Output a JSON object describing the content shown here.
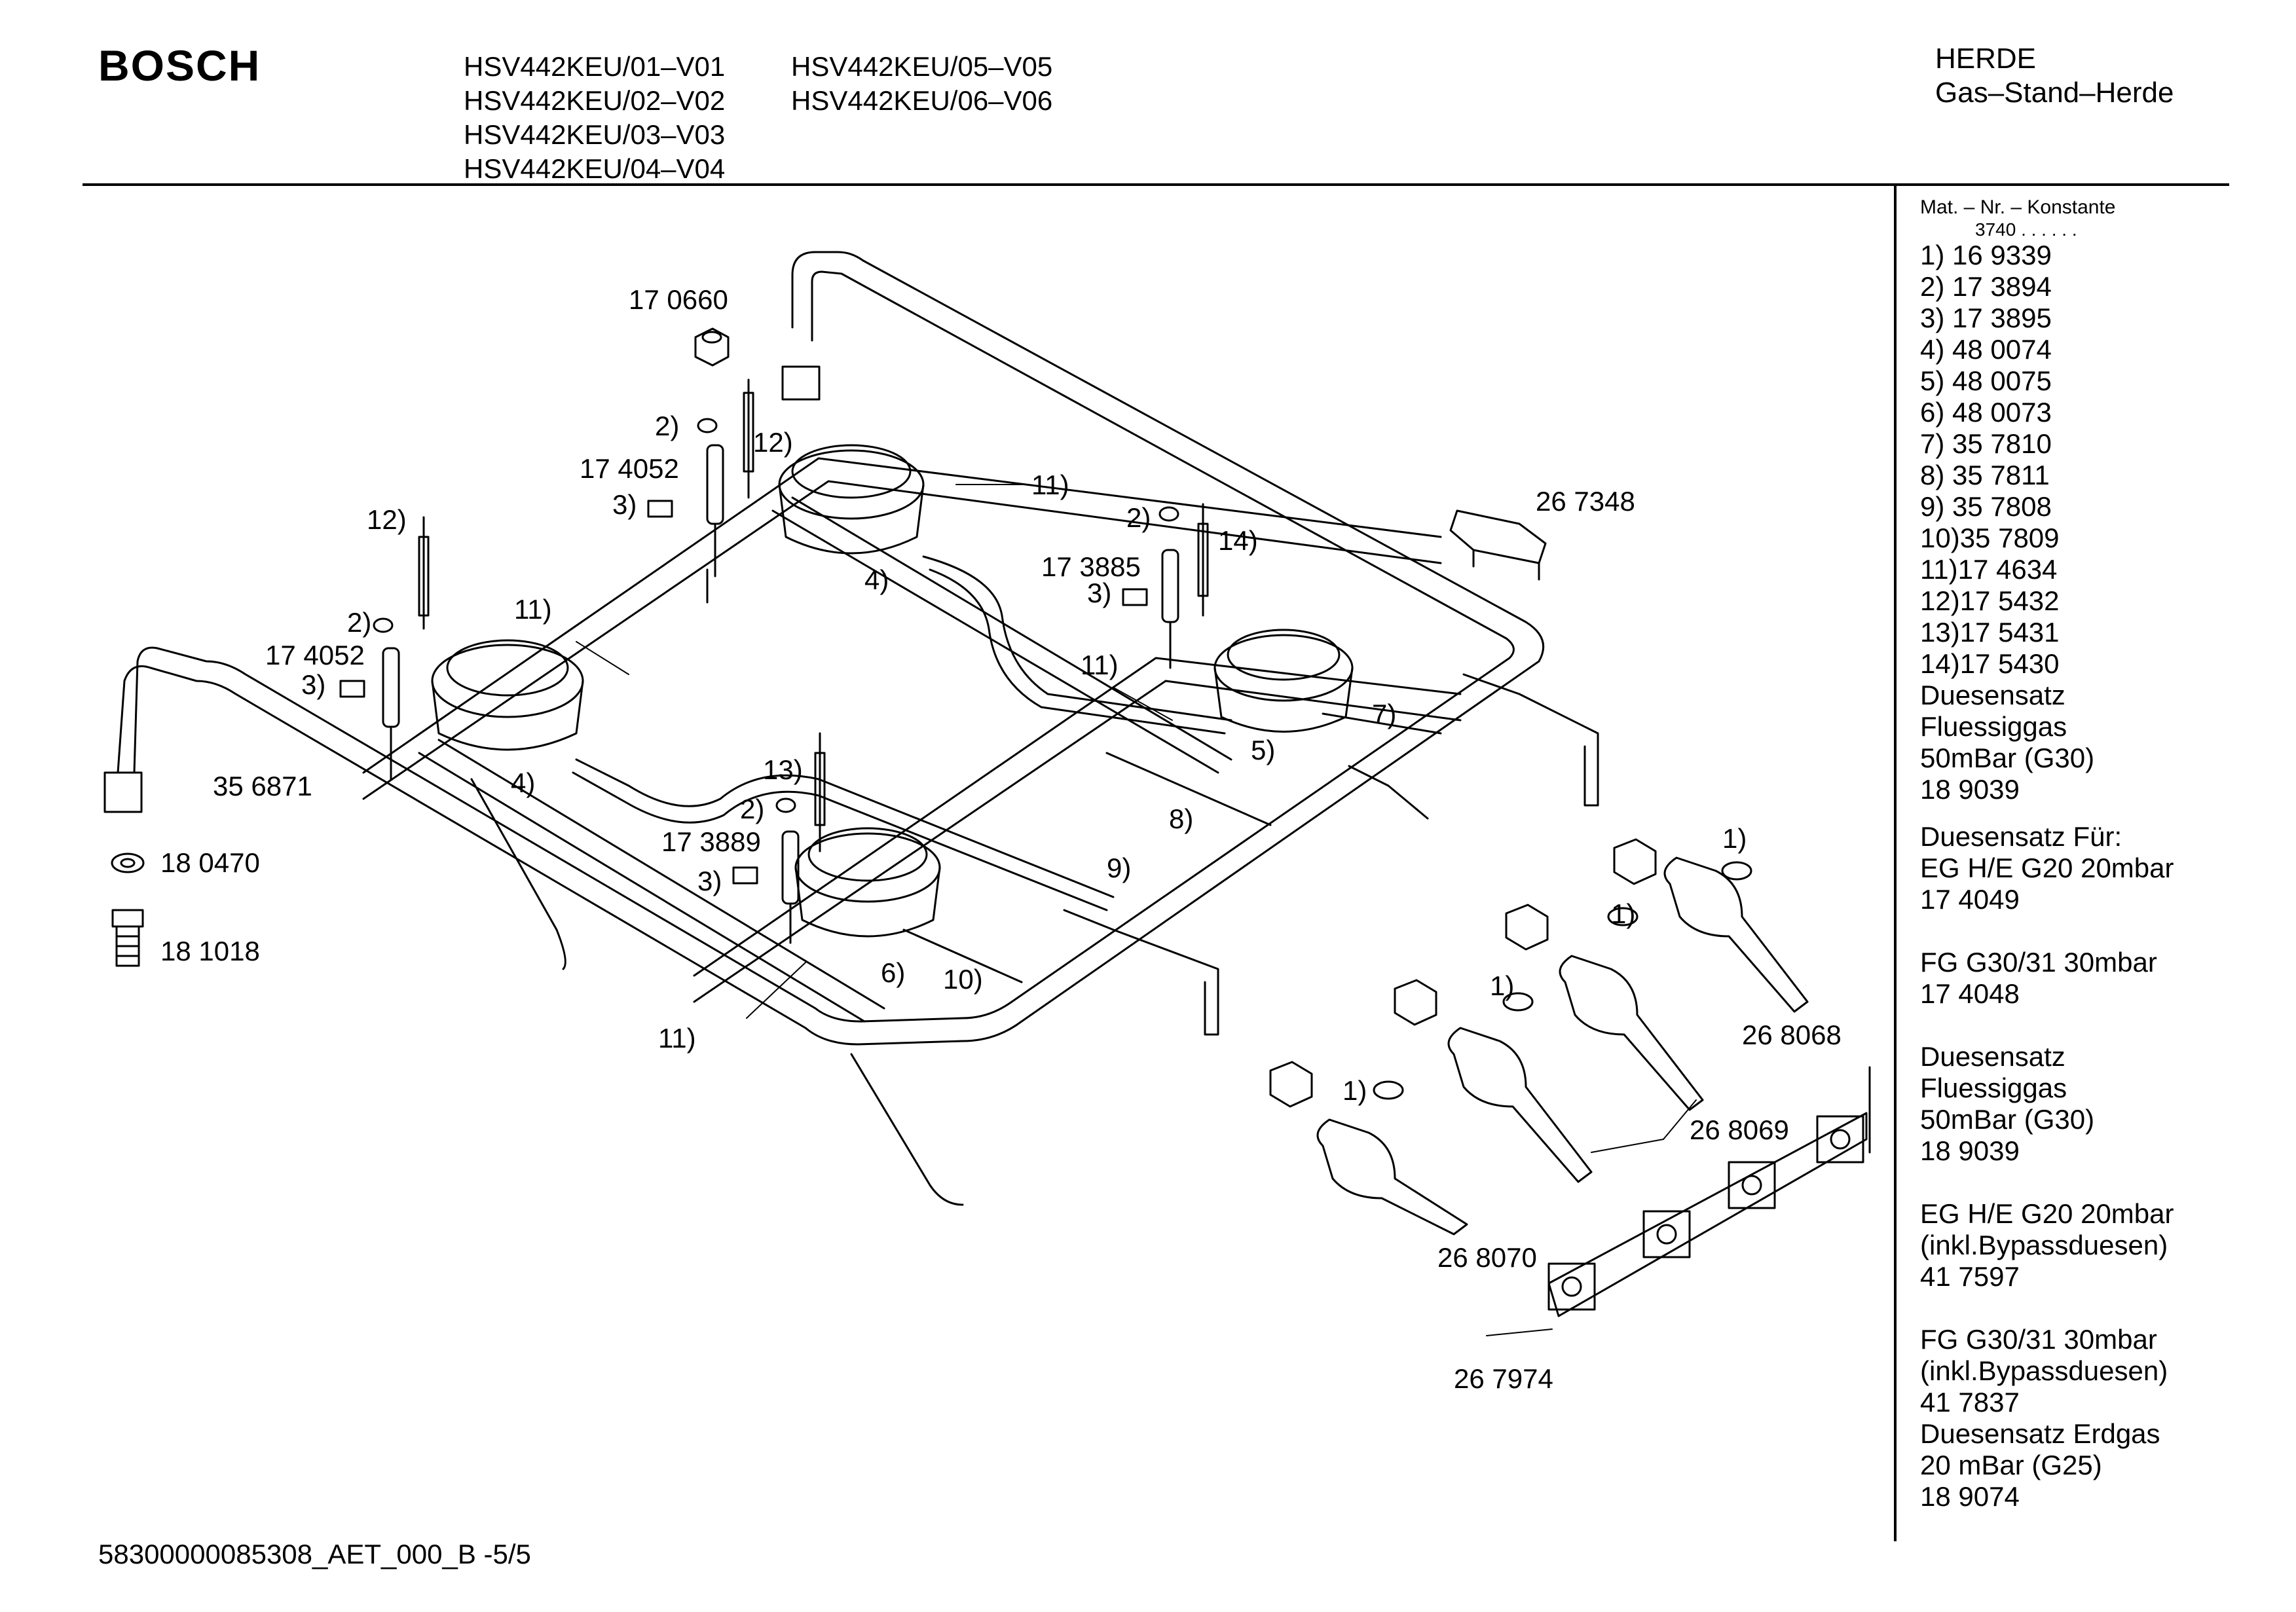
{
  "header": {
    "brand": "BOSCH",
    "models_col1": [
      "HSV442KEU/01–V01",
      "HSV442KEU/02–V02",
      "HSV442KEU/03–V03",
      "HSV442KEU/04–V04"
    ],
    "models_col2": [
      "HSV442KEU/05–V05",
      "HSV442KEU/06–V06"
    ],
    "category_line1": "HERDE",
    "category_line2": "Gas–Stand–Herde"
  },
  "sidebar": {
    "mat_heading": "Mat. – Nr. – Konstante",
    "constant": "3740 .  .    .  .  .  .",
    "parts": [
      "1) 16 9339",
      "2) 17 3894",
      "3) 17 3895",
      "4) 48 0074",
      "5) 48 0075",
      "6) 48 0073",
      "7) 35 7810",
      "8) 35 7811",
      "9) 35 7808",
      "10)35 7809",
      "11)17 4634",
      "12)17 5432",
      "13)17 5431",
      "14)17 5430"
    ],
    "notes": [
      [
        "Duesensatz",
        "Fluessiggas",
        "50mBar (G30)",
        "18 9039"
      ],
      [
        "Duesensatz Für:",
        "EG H/E G20 20mbar",
        "17 4049"
      ],
      [
        "FG G30/31 30mbar",
        "17 4048"
      ],
      [
        "Duesensatz",
        "Fluessiggas",
        "50mBar (G30)",
        "18 9039"
      ],
      [
        "EG H/E G20 20mbar",
        "(inkl.Bypassduesen)",
        "41 7597"
      ],
      [
        "FG G30/31 30mbar",
        "(inkl.Bypassduesen)",
        "41 7837",
        "Duesensatz Erdgas",
        "20 mBar (G25)",
        "18 9074"
      ]
    ]
  },
  "diagram_labels": {
    "l170660": "17 0660",
    "l2a": "2)",
    "l12a": "12)",
    "l174052a": "17 4052",
    "l3a": "3)",
    "l11a": "11)",
    "l12b": "12)",
    "l2b": "2)",
    "l174052b": "17 4052",
    "l3b": "3)",
    "l11b": "11)",
    "l4a": "4)",
    "l4b": "4)",
    "l267348": "26 7348",
    "l2c": "2)",
    "l14": "14)",
    "l173885": "17 3885",
    "l3c": "3)",
    "l11c": "11)",
    "l356871": "35 6871",
    "l180470": "18 0470",
    "l181018": "18 1018",
    "l13": "13)",
    "l2d": "2)",
    "l173889": "17 3889",
    "l3d": "3)",
    "l5": "5)",
    "l7": "7)",
    "l8": "8)",
    "l9": "9)",
    "l6": "6)",
    "l10": "10)",
    "l11d": "11)",
    "l1a": "1)",
    "l1b": "1)",
    "l1c": "1)",
    "l1d": "1)",
    "l268068": "26 8068",
    "l268069": "26 8069",
    "l268070": "26 8070",
    "l267974": "26 7974"
  },
  "footer": {
    "doc_id": "58300000085308_AET_000_B -5/5"
  }
}
